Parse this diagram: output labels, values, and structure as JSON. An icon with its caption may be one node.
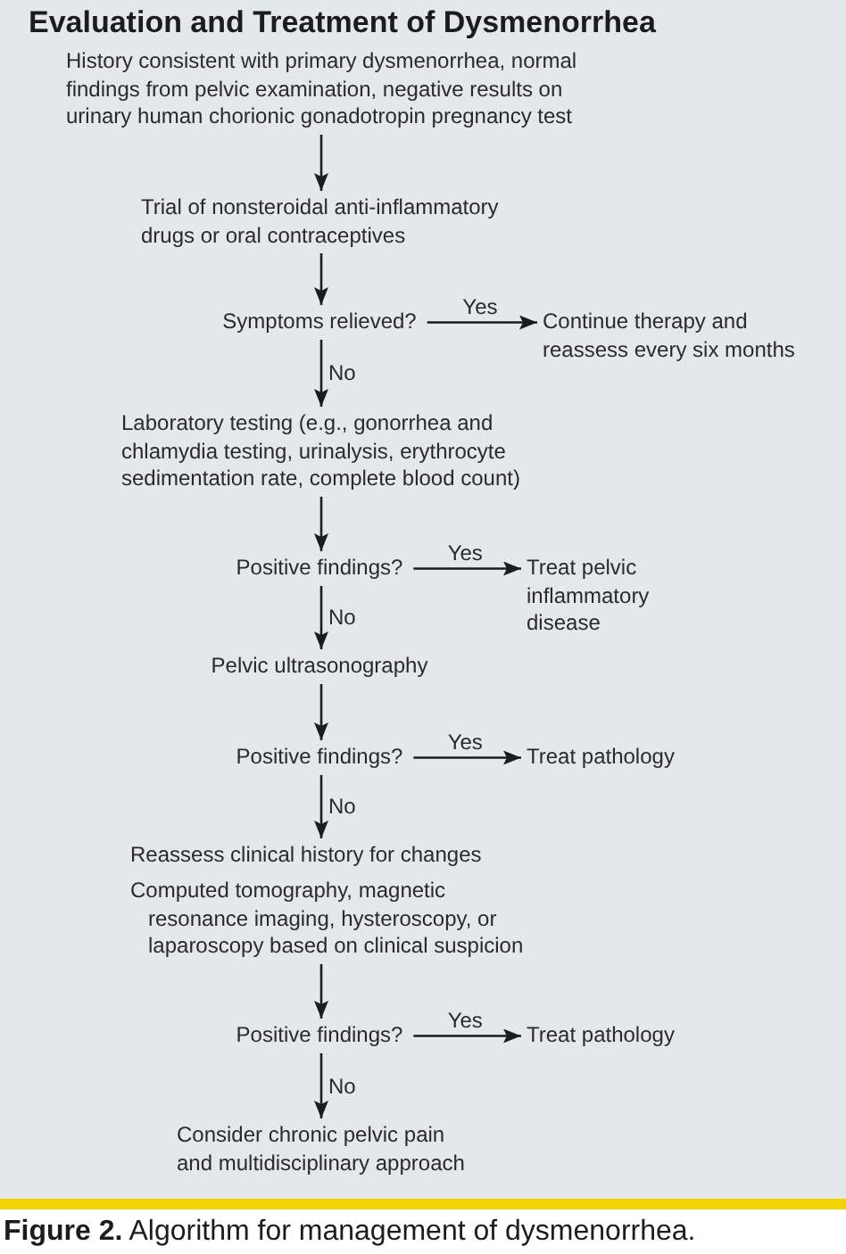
{
  "diagram": {
    "title": "Evaluation and Treatment of Dysmenorrhea",
    "caption": "**Figure 2.** Algorithm for management of dysmenorrhea.",
    "nodes": [
      {
        "text": [
          "History consistent with primary dysmenorrhea, normal findings from pelvic examination, negative results on urinary human chorionic gonadotropin pregnancy test"
        ]
      },
      {
        "text": [
          "Trial of nonsteroidal anti-inflammatory drugs or oral contraceptives"
        ]
      },
      {
        "text": [
          "Symptoms relieved?"
        ]
      },
      {
        "text": [
          "Continue therapy and reassess every six months"
        ]
      },
      {
        "text": [
          "Laboratory testing (e.g., gonorrhea and chlamydia testing, urinalysis, erythrocyte sedimentation rate, complete blood count)"
        ]
      },
      {
        "text": [
          "Positive findings?"
        ]
      },
      {
        "text": [
          "Treat pelvic inflammatory disease"
        ]
      },
      {
        "text": [
          "Pelvic ultrasonography"
        ]
      },
      {
        "text": [
          "Positive findings?"
        ]
      },
      {
        "text": [
          "Treat pathology"
        ]
      },
      {
        "text": [
          "Reassess clinical history for changes"
        ]
      },
      {
        "text": [
          "Computed tomography, magnetic resonance imaging, hysteroscopy, or laparoscopy based on clinical suspicion"
        ]
      },
      {
        "text": [
          "Positive findings?"
        ]
      },
      {
        "text": [
          "Treat pathology"
        ]
      },
      {
        "text": [
          "Consider chronic pelvic pain and multidisciplinary approach"
        ]
      }
    ],
    "edges": [
      {
        "from": 0,
        "to": 1,
        "arrow": "to"
      },
      {
        "from": 1,
        "to": 2,
        "arrow": "to"
      },
      {
        "from": 2,
        "to": 3,
        "arrow": "to",
        "label": "Yes"
      },
      {
        "from": 2,
        "to": 4,
        "arrow": "to",
        "label": "No"
      },
      {
        "from": 4,
        "to": 5,
        "arrow": "to"
      },
      {
        "from": 5,
        "to": 6,
        "arrow": "to",
        "label": "Yes"
      },
      {
        "from": 5,
        "to": 7,
        "arrow": "to",
        "label": "No"
      },
      {
        "from": 7,
        "to": 8,
        "arrow": "to"
      },
      {
        "from": 8,
        "to": 9,
        "arrow": "to",
        "label": "Yes"
      },
      {
        "from": 8,
        "to": 10,
        "arrow": "to",
        "label": "No"
      },
      {
        "from": 11,
        "to": 12,
        "arrow": "to"
      },
      {
        "from": 12,
        "to": 13,
        "arrow": "to",
        "label": "Yes"
      },
      {
        "from": 12,
        "to": 14,
        "arrow": "to",
        "label": "No"
      }
    ]
  }
}
